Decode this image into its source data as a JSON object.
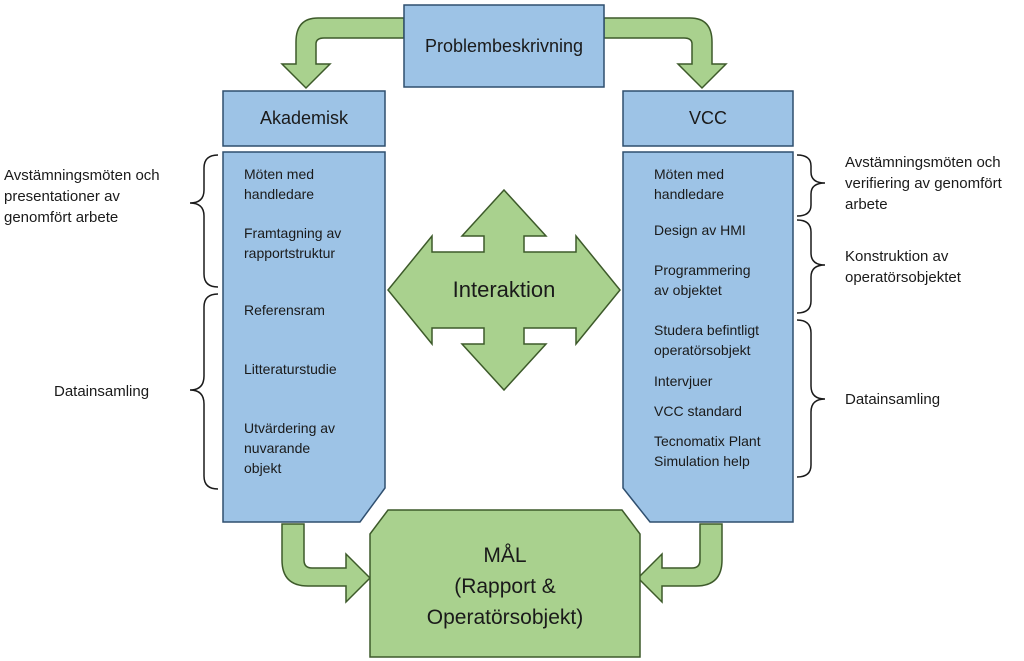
{
  "colors": {
    "blue_fill": "#9dc3e6",
    "green_fill": "#a9d18e",
    "stroke": "#2f4f6f",
    "green_stroke": "#3d5a2a"
  },
  "top_box": {
    "title": "Problembeskrivning"
  },
  "left_header": {
    "title": "Akademisk"
  },
  "right_header": {
    "title": "VCC"
  },
  "left_column": {
    "items": [
      "Möten med\nhandledare",
      "Framtagning av\nrapportstruktur",
      "Referensram",
      "Litteraturstudie",
      "Utvärdering av\nnuvarande\nobjekt"
    ]
  },
  "right_column": {
    "items": [
      "Möten med\nhandledare",
      "Design av HMI",
      "Programmering\nav objektet",
      "Studera befintligt\noperatörsobjekt",
      "Intervjuer",
      "VCC standard",
      "Tecnomatix Plant\nSimulation help"
    ]
  },
  "left_annotations": [
    "Avstämningsmöten och\npresentationer av\ngenomfört arbete",
    "Datainsamling"
  ],
  "right_annotations": [
    "Avstämningsmöten och\nverifiering av genomfört\narbete",
    "Konstruktion av\noperatörsobjektet",
    "Datainsamling"
  ],
  "center": {
    "label": "Interaktion"
  },
  "goal": {
    "line1": "MÅL",
    "line2": "(Rapport &",
    "line3": "Operatörsobjekt)"
  }
}
